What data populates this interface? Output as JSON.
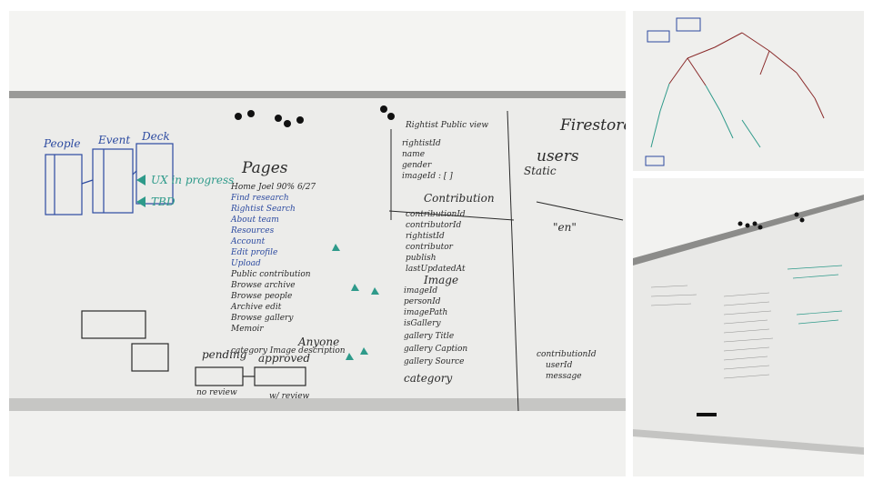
{
  "main_board": {
    "title_pages": "Pages",
    "firestore": "Firestore",
    "users": "users",
    "static": "Static",
    "en_key": "\"en\"",
    "contribution": "Contribution",
    "image": "Image",
    "category": "category",
    "people": "People",
    "event": "Event",
    "deck": "Deck",
    "ux_in_progress": "UX in progress",
    "tbd": "TBD",
    "pending": "pending",
    "approved": "approved",
    "no_review": "no review",
    "w_review": "w/ review",
    "anyone": "Anyone",
    "public_view": "Rightist Public view",
    "rightist_fields": [
      "rightistId",
      "name",
      "gender",
      "imageId : [ ]"
    ],
    "contribution_fields": [
      "contributionId",
      "contributorId",
      "rightistId",
      "contributor",
      "publish",
      "lastUpdatedAt"
    ],
    "image_fields": [
      "imageId",
      "personId",
      "imagePath",
      "isGallery",
      "gallery Title",
      "gallery Caption",
      "gallery Source"
    ],
    "page_rows": [
      "Home Joel 90% 6/27",
      "Find research",
      "Rightist Search",
      "About team",
      "Resources",
      "Account",
      "Edit profile",
      "Upload",
      "Public contribution",
      "Browse archive",
      "Browse people",
      "Archive edit",
      "Browse gallery",
      "Memoir",
      "category Image description"
    ],
    "contribution_id_label": "contributionId",
    "user_id_label": "userId",
    "message_label": "message"
  },
  "colors": {
    "board": "#eeeeec",
    "wall": "#f2f2f0",
    "frame": "#8c8c8c",
    "tray": "#c8c8c6",
    "ink_black": "#2a2a2a",
    "ink_blue": "#2c4aa0",
    "ink_teal": "#2e9a8a",
    "ink_red": "#8a2a2a",
    "magnet": "#111111"
  }
}
